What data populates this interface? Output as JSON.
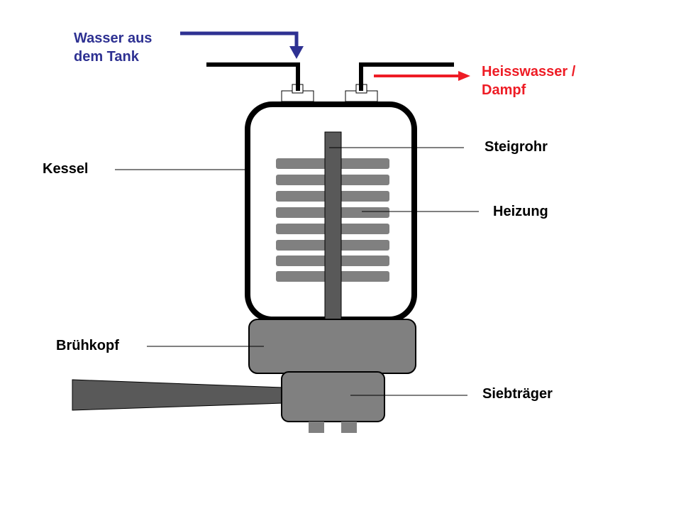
{
  "labels": {
    "water_in_line1": "Wasser aus",
    "water_in_line2": "dem Tank",
    "hot_water_line1": "Heisswasser /",
    "hot_water_line2": "Dampf",
    "kessel": "Kessel",
    "steigrohr": "Steigrohr",
    "heizung": "Heizung",
    "bruehkopf": "Brühkopf",
    "siebtraeger": "Siebträger"
  },
  "colors": {
    "inflow_arrow": "#2e3192",
    "outflow_arrow": "#ee1c25",
    "body_fill": "#808080",
    "outline": "#000000",
    "background": "#ffffff"
  }
}
